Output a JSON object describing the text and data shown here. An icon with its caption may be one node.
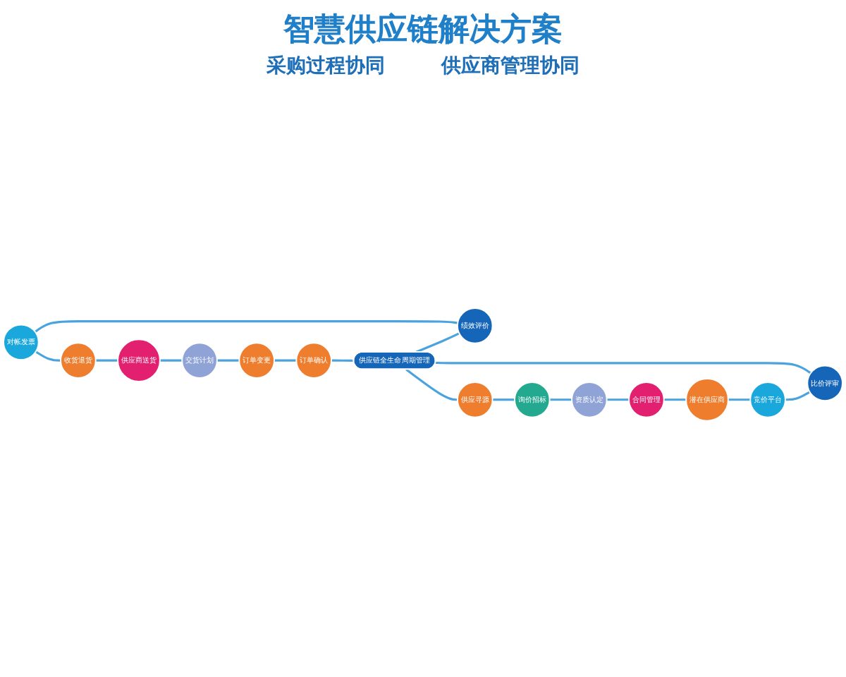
{
  "diagram": {
    "title": "智慧供应链解决方案",
    "nodes": [
      {
        "text": [
          "对帐发票"
        ]
      },
      {
        "text": [
          "收货退货"
        ]
      },
      {
        "text": [
          "绩效评价"
        ]
      },
      {
        "text": [
          "供应商送货"
        ]
      },
      {
        "text": [
          "供应链全生命周期管理"
        ]
      },
      {
        "text": [
          "交货计划"
        ]
      },
      {
        "text": [
          "订单变更"
        ]
      },
      {
        "text": [
          "订单确认"
        ]
      },
      {
        "text": [
          "询价招标"
        ]
      },
      {
        "text": [
          "供应寻源"
        ]
      },
      {
        "text": [
          "资质认定"
        ]
      },
      {
        "text": [
          "合同管理"
        ]
      },
      {
        "text": [
          "潜在供应商"
        ]
      },
      {
        "text": [
          "竞价平台"
        ]
      },
      {
        "text": [
          "比价评审"
        ]
      }
    ],
    "edges": [
      {
        "from": 4,
        "to": 2,
        "arrow": "none"
      },
      {
        "from": 2,
        "to": 0,
        "arrow": "none"
      },
      {
        "from": 0,
        "to": 1,
        "arrow": "none"
      },
      {
        "from": 1,
        "to": 3,
        "arrow": "none"
      },
      {
        "from": 3,
        "to": 5,
        "arrow": "none"
      },
      {
        "from": 5,
        "to": 6,
        "arrow": "none"
      },
      {
        "from": 6,
        "to": 7,
        "arrow": "none"
      },
      {
        "from": 7,
        "to": 4,
        "arrow": "none"
      },
      {
        "from": 4,
        "to": 9,
        "arrow": "none"
      },
      {
        "from": 9,
        "to": 8,
        "arrow": "none"
      },
      {
        "from": 8,
        "to": 10,
        "arrow": "none"
      },
      {
        "from": 10,
        "to": 11,
        "arrow": "none"
      },
      {
        "from": 11,
        "to": 12,
        "arrow": "none"
      },
      {
        "from": 12,
        "to": 13,
        "arrow": "none"
      },
      {
        "from": 13,
        "to": 14,
        "arrow": "none"
      },
      {
        "from": 14,
        "to": 4,
        "arrow": "none"
      }
    ],
    "labels": [
      "采购过程协同",
      "供应商管理协同"
    ]
  }
}
